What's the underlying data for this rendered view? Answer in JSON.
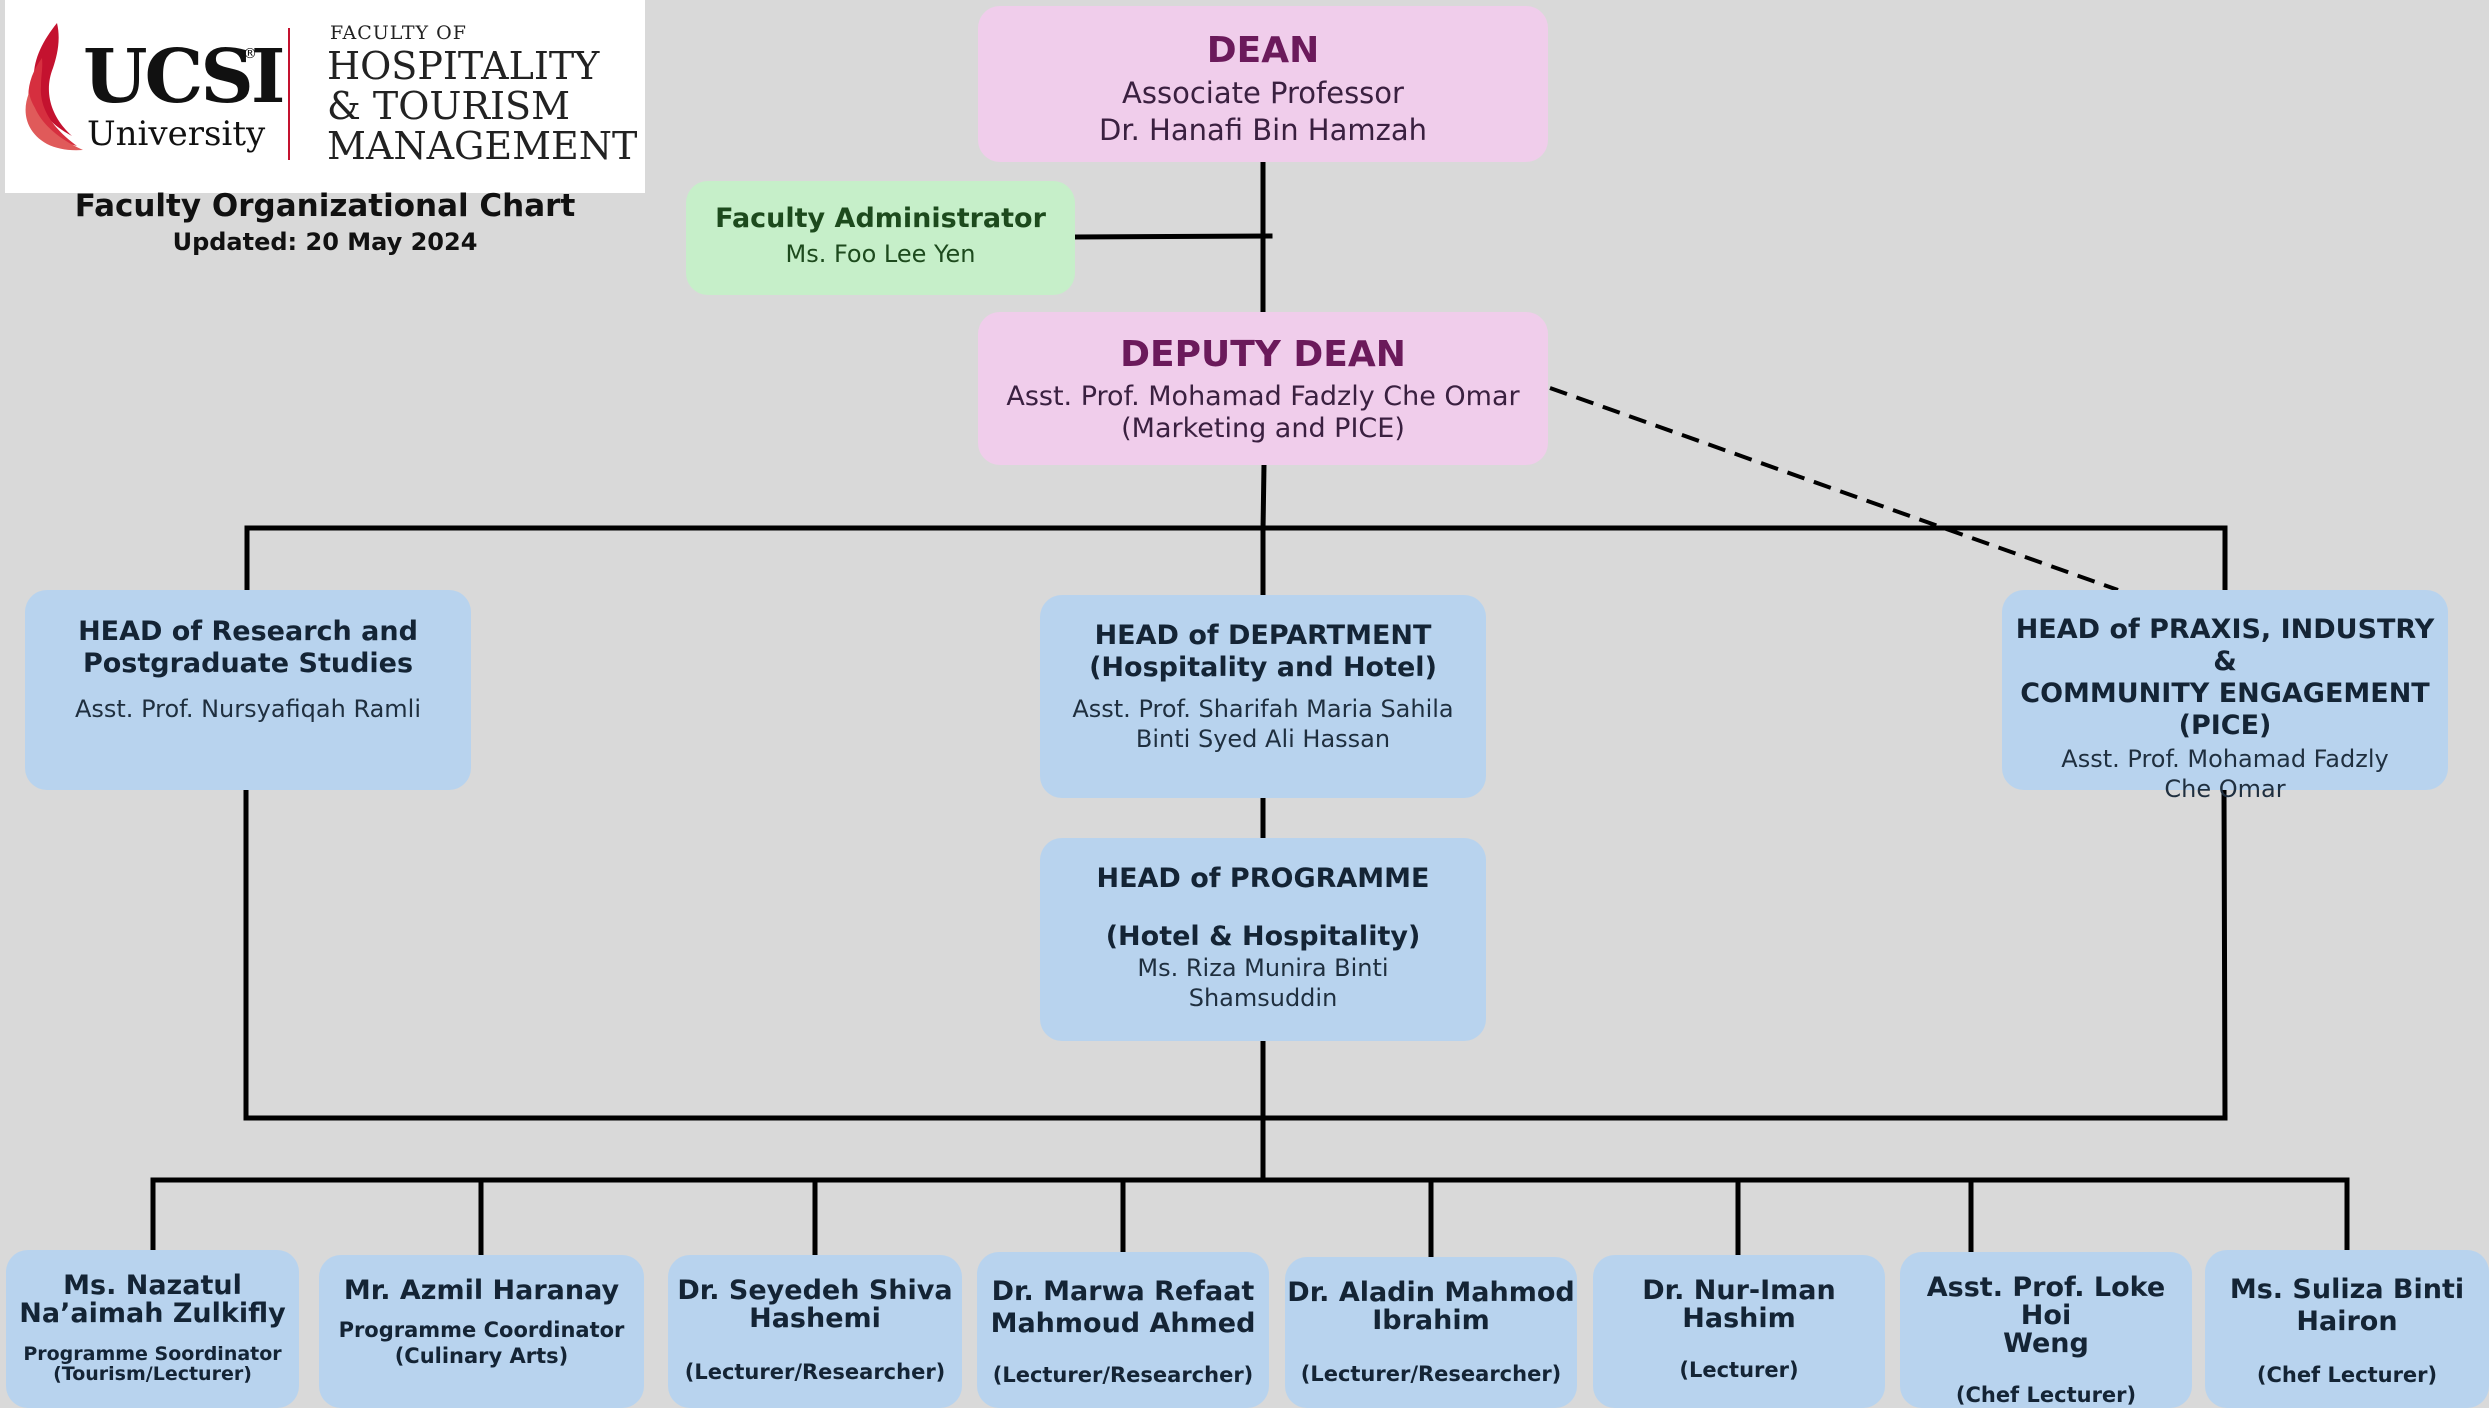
{
  "logo": {
    "brand": "UCSI",
    "university": "University",
    "faculty_of": "FACULTY OF",
    "faculty_name": "HOSPITALITY\n& TOURISM\nMANAGEMENT"
  },
  "chart_title": "Faculty Organizational Chart",
  "updated": "Updated: 20 May 2024",
  "dean": {
    "title": "DEAN",
    "rank": "Associate Professor",
    "name": "Dr. Hanafi Bin Hamzah"
  },
  "admin": {
    "title": "Faculty Administrator",
    "name": "Ms. Foo Lee Yen"
  },
  "deputy": {
    "title": "DEPUTY DEAN",
    "name": "Asst. Prof. Mohamad Fadzly Che Omar",
    "portfolio": "(Marketing and PICE)"
  },
  "heads": {
    "research": {
      "title_1": "HEAD of Research and",
      "title_2": "Postgraduate Studies",
      "name": "Asst. Prof. Nursyafiqah Ramli"
    },
    "department": {
      "title_1": "HEAD of DEPARTMENT",
      "title_2": "(Hospitality and Hotel)",
      "name_1": "Asst. Prof. Sharifah Maria Sahila",
      "name_2": "Binti Syed Ali Hassan"
    },
    "pice": {
      "title_1": "HEAD of PRAXIS, INDUSTRY &",
      "title_2": "COMMUNITY ENGAGEMENT",
      "title_3": "(PICE)",
      "name_1": "Asst. Prof. Mohamad Fadzly",
      "name_2": "Che Omar"
    },
    "programme": {
      "title_1": "HEAD of PROGRAMME",
      "title_2": "(Hotel & Hospitality)",
      "name_1": "Ms. Riza Munira Binti",
      "name_2": "Shamsuddin"
    }
  },
  "staff": [
    {
      "name_1": "Ms. Nazatul",
      "name_2": "Na’aimah Zulkifly",
      "role_1": "Programme Soordinator",
      "role_2": "(Tourism/Lecturer)"
    },
    {
      "name_1": "Mr. Azmil Haranay",
      "name_2": "",
      "role_1": "Programme Coordinator",
      "role_2": "(Culinary Arts)"
    },
    {
      "name_1": "Dr. Seyedeh Shiva",
      "name_2": "Hashemi",
      "role_1": "(Lecturer/Researcher)",
      "role_2": ""
    },
    {
      "name_1": "Dr. Marwa Refaat",
      "name_2": "Mahmoud Ahmed",
      "role_1": "(Lecturer/Researcher)",
      "role_2": ""
    },
    {
      "name_1": "Dr. Aladin Mahmod",
      "name_2": "Ibrahim",
      "role_1": "(Lecturer/Researcher)",
      "role_2": ""
    },
    {
      "name_1": "Dr. Nur-Iman",
      "name_2": "Hashim",
      "role_1": "(Lecturer)",
      "role_2": ""
    },
    {
      "name_1": "Asst. Prof. Loke Hoi",
      "name_2": "Weng",
      "role_1": "(Chef Lecturer)",
      "role_2": ""
    },
    {
      "name_1": "Ms. Suliza Binti",
      "name_2": "Hairon",
      "role_1": "(Chef Lecturer)",
      "role_2": ""
    }
  ],
  "colors": {
    "leadership": "#f0cdeb",
    "administration": "#c6efc9",
    "staff": "#b8d3ee",
    "connector": "#000000"
  }
}
